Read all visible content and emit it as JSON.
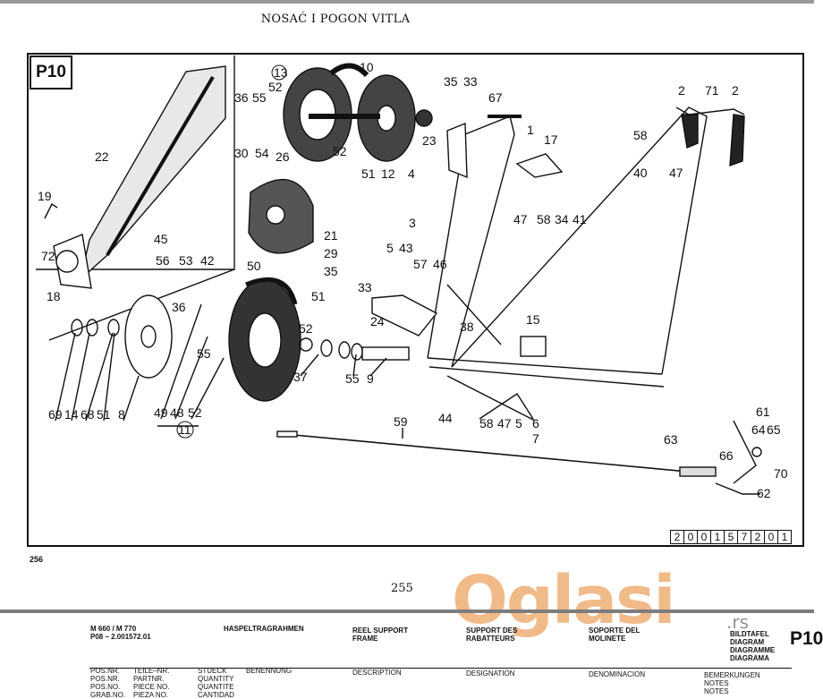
{
  "page": {
    "title": "NOSAĆ I POGON VITLA",
    "plate_label": "P10",
    "doc_number_digits": [
      "2",
      "0",
      "0",
      "1",
      "5",
      "7",
      "2",
      "0",
      "1"
    ],
    "page_left": "256",
    "page_center": "255"
  },
  "callouts": {
    "c13": "13",
    "c10": "10",
    "c52a": "52",
    "c36a": "36",
    "c55a": "55",
    "c30": "30",
    "c54": "54",
    "c26": "26",
    "c52b": "52",
    "c51a": "51",
    "c12": "12",
    "c4": "4",
    "c22": "22",
    "c19": "19",
    "c72": "72",
    "c18": "18",
    "c45": "45",
    "c56": "56",
    "c53": "53",
    "c42": "42",
    "c21": "21",
    "c29": "29",
    "c35a": "35",
    "c50": "50",
    "c51b": "51",
    "c36b": "36",
    "c52c": "52",
    "c55b": "55",
    "c37": "37",
    "c55c": "55",
    "c9": "9",
    "c69": "69",
    "c14": "14",
    "c68": "68",
    "c51c": "51",
    "c8": "8",
    "c49": "49",
    "c48": "48",
    "c52d": "52",
    "c11": "11",
    "c35b": "35",
    "c33a": "33",
    "c67": "67",
    "c23": "23",
    "c1": "1",
    "c17": "17",
    "c3": "3",
    "c5a": "5",
    "c43": "43",
    "c57": "57",
    "c46": "46",
    "c33b": "33",
    "c24": "24",
    "c38": "38",
    "c15": "15",
    "c2a": "2",
    "c71": "71",
    "c2b": "2",
    "c58a": "58",
    "c40": "40",
    "c47a": "47",
    "c47b": "47",
    "c58b": "58",
    "c34": "34",
    "c41": "41",
    "c44": "44",
    "c58c": "58",
    "c47c": "47",
    "c5b": "5",
    "c6": "6",
    "c7": "7",
    "c59": "59",
    "c63": "63",
    "c61": "61",
    "c64": "64",
    "c65": "65",
    "c66": "66",
    "c70": "70",
    "c62": "62"
  },
  "table_header": {
    "model": "M 660 / M 770",
    "code": "P08 – 2.001572.01",
    "de_title": "HASPELTRAGRAHMEN",
    "en_title_1": "REEL SUPPORT",
    "en_title_2": "FRAME",
    "fr_title_1": "SUPPORT DES",
    "fr_title_2": "RABATTEURS",
    "es_title_1": "SOPORTE DEL",
    "es_title_2": "MOLINETE",
    "diagram_1": "BILDTAFEL",
    "diagram_2": "DIAGRAM",
    "diagram_3": "DIAGRAMME",
    "diagram_4": "DIAGRAMA",
    "plate_corner": "P10",
    "col_pos": [
      "POS.NR.",
      "POS.NR.",
      "POS.NO.",
      "GRAB.NO."
    ],
    "col_part": [
      "TEILE–NR.",
      "PARTNR.",
      "PIECE NO.",
      "PIEZA NO."
    ],
    "col_qty": [
      "STUECK",
      "QUANTITY",
      "QUANTITE",
      "CANTIDAD"
    ],
    "col_name": "BENENNUNG",
    "col_desc": "DESCRIPTION",
    "col_designation": "DESIGNATION",
    "col_denominacion": "DENOMINACION",
    "col_notes": [
      "BEMERKUNGEN",
      "NOTES",
      "NOTES"
    ]
  },
  "watermark": {
    "brand": "Oglasi",
    "suffix": ".rs"
  }
}
